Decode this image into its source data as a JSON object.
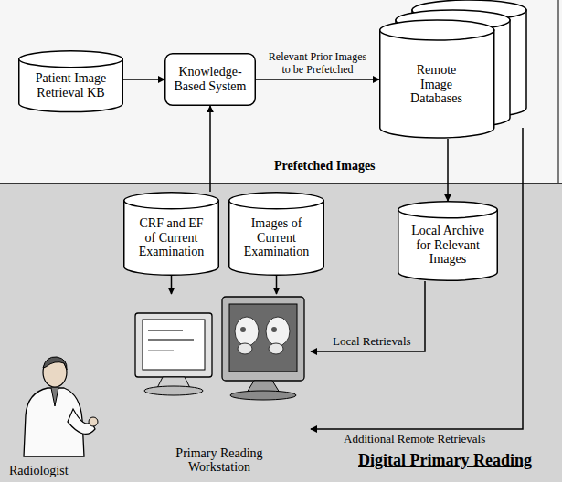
{
  "diagram": {
    "title": "Digital Primary Reading",
    "nodes": [
      {
        "text": [
          "Patient Image Retrieval KB"
        ]
      },
      {
        "text": [
          "Knowledge-Based System"
        ]
      },
      {
        "text": [
          "Remote Image Databases"
        ]
      },
      {
        "text": [
          "CRF and EF of Current Examination"
        ]
      },
      {
        "text": [
          "Images of Current Examination"
        ]
      },
      {
        "text": [
          "Local Archive for Relevant Images"
        ]
      },
      {
        "text": [
          "Primary Reading Workstation"
        ]
      }
    ],
    "edges": [
      {
        "from": 0,
        "to": 1,
        "arrow": "to"
      },
      {
        "from": 1,
        "to": 2,
        "label": "Relevant Prior Images to be Prefetched",
        "arrow": "to"
      },
      {
        "from": 3,
        "to": 1,
        "arrow": "to"
      },
      {
        "from": 2,
        "to": 5,
        "arrow": "to"
      },
      {
        "from": 3,
        "to": 6,
        "arrow": "to"
      },
      {
        "from": 4,
        "to": 6,
        "arrow": "to"
      },
      {
        "from": 5,
        "to": 6,
        "label": "Local Retrievals",
        "arrow": "to"
      },
      {
        "from": 2,
        "to": 6,
        "label": "Additional Remote Retrievals",
        "arrow": "to"
      }
    ],
    "labels": [
      "Prefetched Images",
      "Radiologist"
    ]
  }
}
